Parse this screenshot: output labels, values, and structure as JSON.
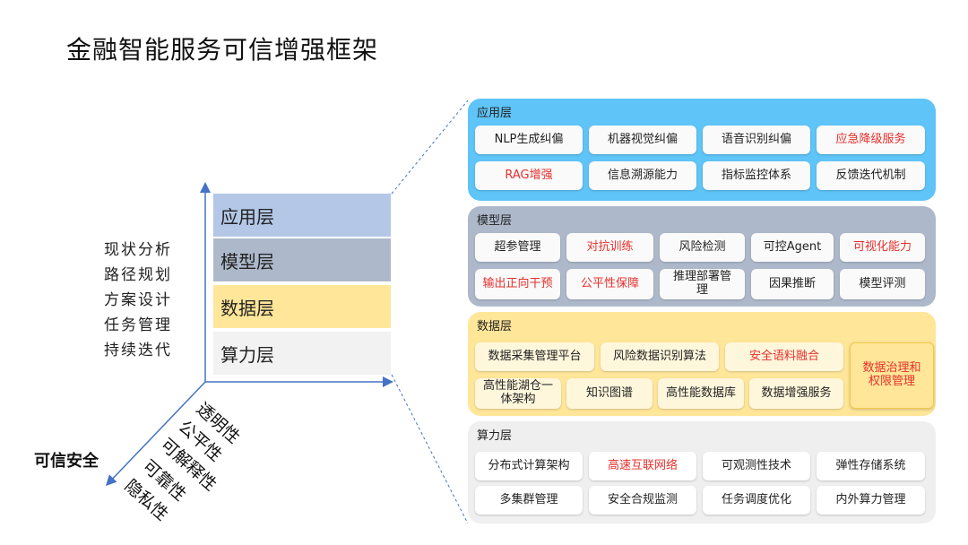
{
  "title": "金融智能服务可信增强框架",
  "stack_layers": [
    "应用层",
    "模型层",
    "数据层",
    "算力层"
  ],
  "phases": [
    "现状分析",
    "路径规划",
    "方案设计",
    "任务管理",
    "持续迭代"
  ],
  "trust_attributes": [
    "透明性",
    "公平性",
    "可解释性",
    "可靠性",
    "隐私性"
  ],
  "trust_axis_label": "可信安全",
  "colors": {
    "app": "#5fc4f7",
    "app_stack": "#b4c7e7",
    "model": "#adb9ca",
    "data": "#ffe699",
    "compute": "#efefef",
    "highlight_text": "#e5302c",
    "axis": "#4472c4"
  },
  "panels": {
    "app": {
      "title": "应用层",
      "items": [
        {
          "label": "NLP生成纠偏",
          "highlight": false
        },
        {
          "label": "机器视觉纠偏",
          "highlight": false
        },
        {
          "label": "语音识别纠偏",
          "highlight": false
        },
        {
          "label": "应急降级服务",
          "highlight": true
        },
        {
          "label": "RAG增强",
          "highlight": true
        },
        {
          "label": "信息溯源能力",
          "highlight": false
        },
        {
          "label": "指标监控体系",
          "highlight": false
        },
        {
          "label": "反馈迭代机制",
          "highlight": false
        }
      ]
    },
    "model": {
      "title": "模型层",
      "items": [
        {
          "label": "超参管理",
          "highlight": false
        },
        {
          "label": "对抗训练",
          "highlight": true
        },
        {
          "label": "风险检测",
          "highlight": false
        },
        {
          "label": "可控Agent",
          "highlight": false
        },
        {
          "label": "可视化能力",
          "highlight": true
        },
        {
          "label": "输出正向干预",
          "highlight": true
        },
        {
          "label": "公平性保障",
          "highlight": true
        },
        {
          "label": "推理部署管理",
          "highlight": false
        },
        {
          "label": "因果推断",
          "highlight": false
        },
        {
          "label": "模型评测",
          "highlight": false
        }
      ]
    },
    "data": {
      "title": "数据层",
      "items": [
        {
          "label": "数据采集管理平台",
          "highlight": false
        },
        {
          "label": "风险数据识别算法",
          "highlight": false
        },
        {
          "label": "安全语料融合",
          "highlight": true
        },
        {
          "label": "高性能湖仓一体架构",
          "highlight": false
        },
        {
          "label": "知识图谱",
          "highlight": false
        },
        {
          "label": "高性能数据库",
          "highlight": false
        },
        {
          "label": "数据增强服务",
          "highlight": false
        },
        {
          "label": "数据治理和权限管理",
          "highlight": true
        }
      ]
    },
    "compute": {
      "title": "算力层",
      "items": [
        {
          "label": "分布式计算架构",
          "highlight": false
        },
        {
          "label": "高速互联网络",
          "highlight": true
        },
        {
          "label": "可观测性技术",
          "highlight": false
        },
        {
          "label": "弹性存储系统",
          "highlight": false
        },
        {
          "label": "多集群管理",
          "highlight": false
        },
        {
          "label": "安全合规监测",
          "highlight": false
        },
        {
          "label": "任务调度优化",
          "highlight": false
        },
        {
          "label": "内外算力管理",
          "highlight": false
        }
      ]
    }
  }
}
